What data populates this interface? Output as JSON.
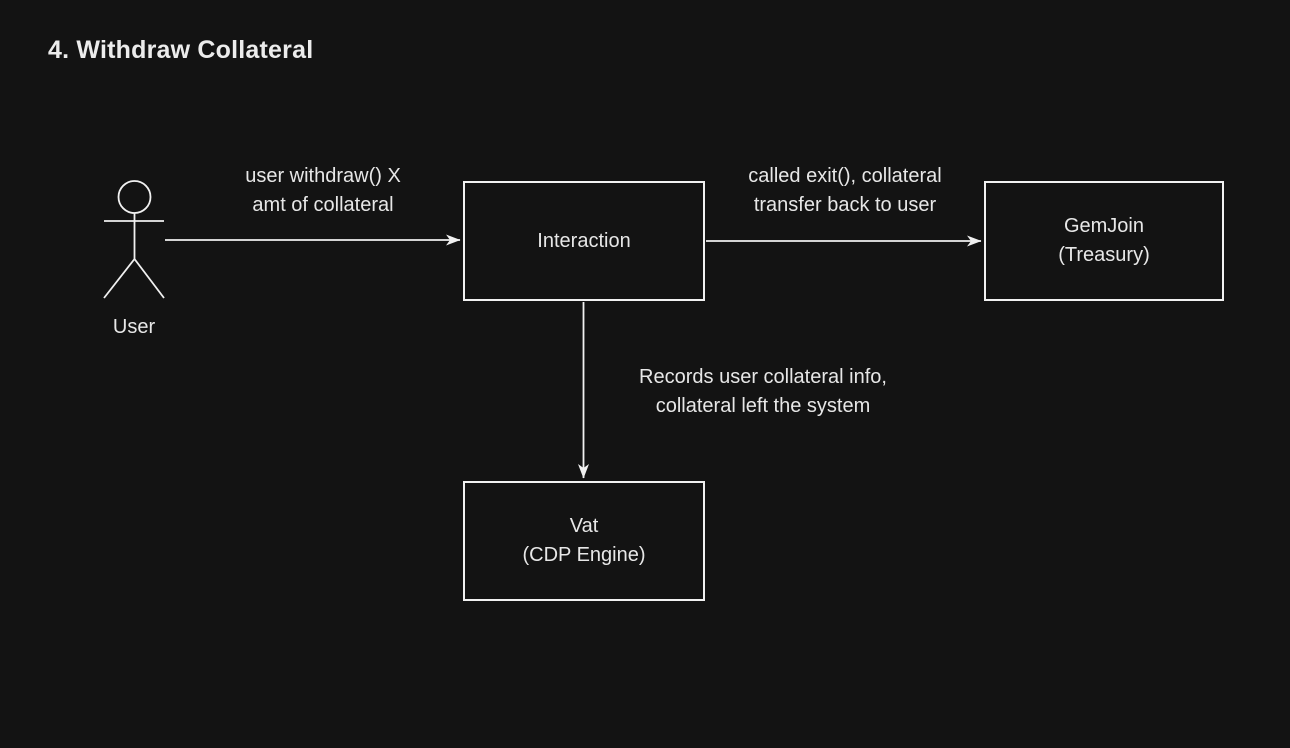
{
  "title": "4. Withdraw Collateral",
  "colors": {
    "background": "#131313",
    "stroke": "#f1f1f1",
    "text": "#e7e7e7",
    "title_text": "#ececec"
  },
  "actor": {
    "icon": "stick-figure-icon",
    "label": "User"
  },
  "nodes": {
    "interaction": {
      "label": "Interaction"
    },
    "gemjoin": {
      "label": "GemJoin\n(Treasury)"
    },
    "vat": {
      "label": "Vat\n(CDP Engine)"
    }
  },
  "edges": {
    "user_to_interaction": {
      "label": "user withdraw() X\namt of collateral"
    },
    "interaction_to_gemjoin": {
      "label": "called exit(), collateral\ntransfer back to user"
    },
    "interaction_to_vat": {
      "label": "Records user collateral info,\ncollateral left the system"
    }
  }
}
